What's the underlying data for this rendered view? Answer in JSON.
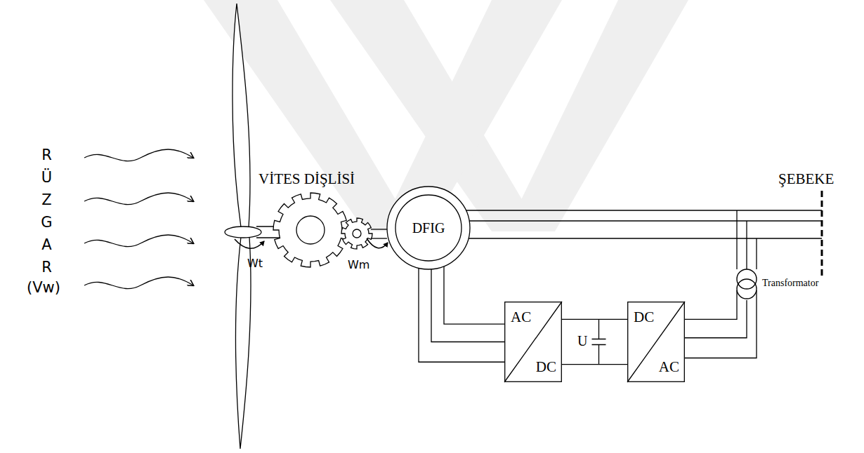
{
  "diagram": {
    "nodes": [
      {
        "text": [
          "DFIG"
        ]
      },
      {
        "text": [
          "AC",
          "DC"
        ]
      },
      {
        "text": [
          "DC",
          "AC"
        ]
      },
      {
        "text": [
          "Transformator"
        ]
      }
    ],
    "edges": [
      {
        "from": 0,
        "to": 1,
        "arrow": "none"
      },
      {
        "from": 1,
        "to": 2,
        "arrow": "none"
      },
      {
        "from": 2,
        "to": 3,
        "arrow": "none"
      }
    ],
    "labels": [
      "RÜZGAR",
      "(Vw)",
      "VİTES DİŞLİSİ",
      "Wt",
      "Wm",
      "U",
      "ŞEBEKE"
    ]
  }
}
